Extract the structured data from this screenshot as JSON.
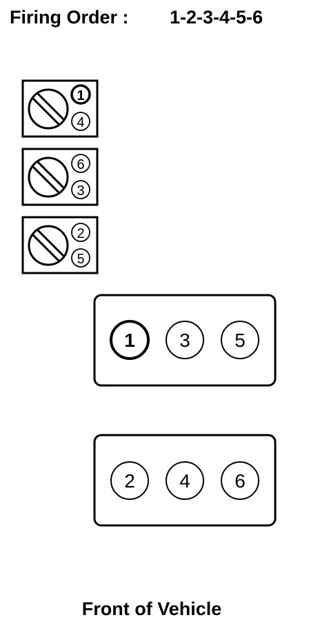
{
  "header": {
    "label": "Firing Order :",
    "value": "1-2-3-4-5-6"
  },
  "coil_packs": [
    {
      "top": "1",
      "bottom": "4",
      "top_bold": true
    },
    {
      "top": "6",
      "bottom": "3",
      "top_bold": false
    },
    {
      "top": "2",
      "bottom": "5",
      "top_bold": false
    }
  ],
  "cylinder_banks": [
    {
      "cylinders": [
        {
          "label": "1",
          "bold": true
        },
        {
          "label": "3",
          "bold": false
        },
        {
          "label": "5",
          "bold": false
        }
      ]
    },
    {
      "cylinders": [
        {
          "label": "2",
          "bold": false
        },
        {
          "label": "4",
          "bold": false
        },
        {
          "label": "6",
          "bold": false
        }
      ]
    }
  ],
  "footer": {
    "label": "Front of Vehicle"
  }
}
